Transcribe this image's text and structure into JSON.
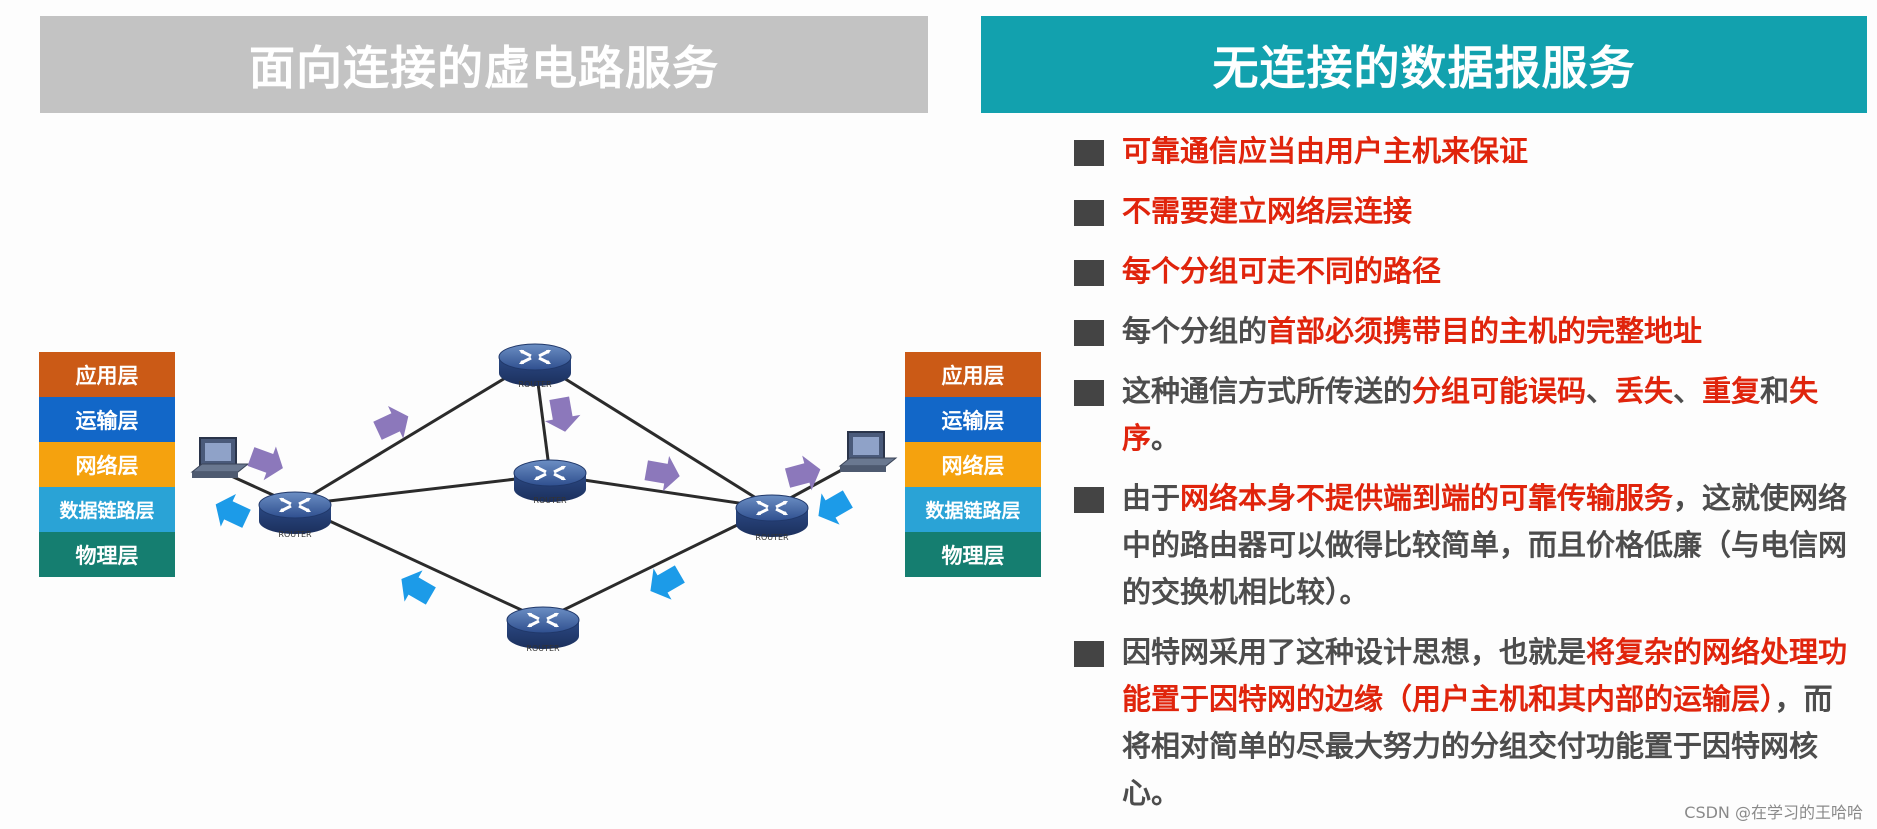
{
  "left_title": "面向连接的虚电路服务",
  "right_title": "无连接的数据报服务",
  "router_label": "ROUTER",
  "stack_layers": [
    "应用层",
    "运输层",
    "网络层",
    "数据链路层",
    "物理层"
  ],
  "bullets": [
    [
      {
        "t": "可靠通信应当由用户主机来保证",
        "red": true
      }
    ],
    [
      {
        "t": "不需要建立网络层连接",
        "red": true
      }
    ],
    [
      {
        "t": "每个分组可走不同的路径",
        "red": true
      }
    ],
    [
      {
        "t": "每个分组的",
        "red": false
      },
      {
        "t": "首部必须携带目的主机的完整地址",
        "red": true
      }
    ],
    [
      {
        "t": "这种通信方式所传送的",
        "red": false
      },
      {
        "t": "分组可能误码",
        "red": true
      },
      {
        "t": "、",
        "red": false
      },
      {
        "t": "丢失",
        "red": true
      },
      {
        "t": "、",
        "red": false
      },
      {
        "t": "重复",
        "red": true
      },
      {
        "t": "和",
        "red": false
      },
      {
        "t": "失序",
        "red": true
      },
      {
        "t": "。",
        "red": false
      }
    ],
    [
      {
        "t": "由于",
        "red": false
      },
      {
        "t": "网络本身不提供端到端的可靠传输服务",
        "red": true
      },
      {
        "t": "，这就使网络中的路由器可以做得比较简单，而且价格低廉（与电信网的交换机相比较）。",
        "red": false
      }
    ],
    [
      {
        "t": "因特网采用了这种设计思想，也就是",
        "red": false
      },
      {
        "t": "将复杂的网络处理功能置于因特网的边缘（用户主机和其内部的运输层）",
        "red": true
      },
      {
        "t": "，而将相对简单的尽最大努力的分组交付功能置于因特网核心。",
        "red": false
      }
    ]
  ],
  "watermark": "CSDN @在学习的王哈哈",
  "colors": {
    "left_banner": "#c3c3c3",
    "right_banner": "#12a1ae",
    "highlight": "#e0240c",
    "body_text": "#4d4d4d",
    "packet_purple": "#8c78bb",
    "packet_blue": "#1c9be8"
  }
}
